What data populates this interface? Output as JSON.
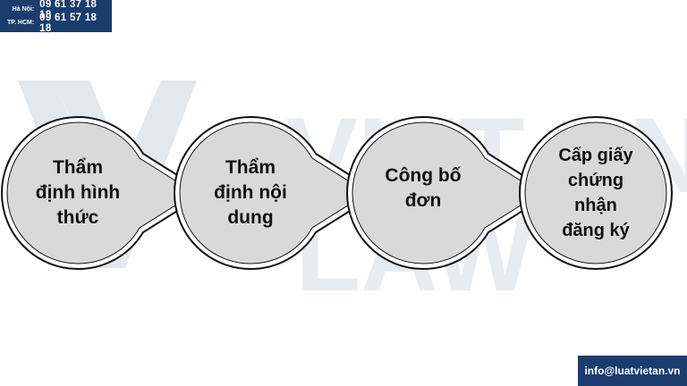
{
  "contact": {
    "rows": [
      {
        "city": "Hà Nội:",
        "phone": "09 61 37 18 18"
      },
      {
        "city": "TP. HCM:",
        "phone": "09 61 57 18 18"
      }
    ]
  },
  "email": "info@luatvietan.vn",
  "watermark": {
    "line1": "VIET AN",
    "line2": "LAW"
  },
  "steps": [
    {
      "label": "Thẩm\nđịnh hình\nthức"
    },
    {
      "label": "Thẩm\nđịnh nội\ndung"
    },
    {
      "label": "Công bố\nđơn"
    },
    {
      "label": "Cấp giấy\nchứng\nnhận\nđăng ký"
    }
  ],
  "colors": {
    "circle_fill": "#d9d9d9",
    "outline": "#111111",
    "brand": "#1a3d6e"
  }
}
